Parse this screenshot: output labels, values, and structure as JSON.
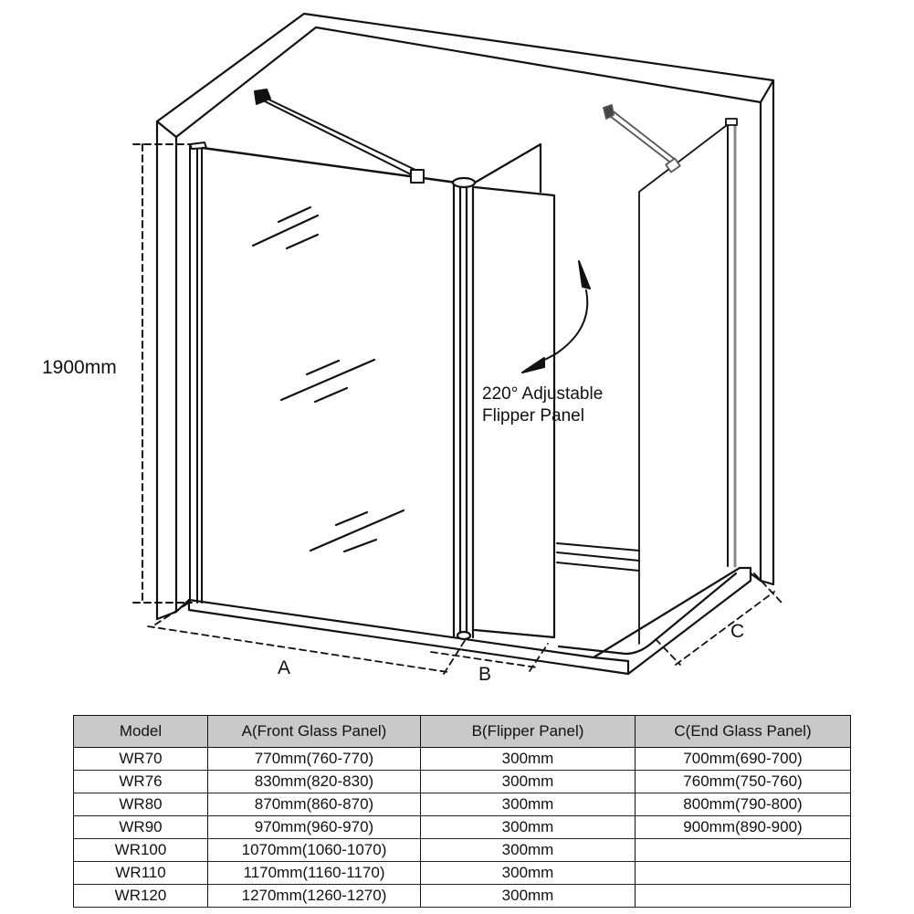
{
  "diagram": {
    "height_label": "1900mm",
    "flipper_label_line1": "220° Adjustable",
    "flipper_label_line2": "Flipper Panel",
    "dimension_a": "A",
    "dimension_b": "B",
    "dimension_c": "C"
  },
  "table": {
    "headers": [
      "Model",
      "A(Front Glass Panel)",
      "B(Flipper Panel)",
      "C(End Glass Panel)"
    ],
    "header_bg": "#c9c9c9",
    "rows": [
      [
        "WR70",
        "770mm(760-770)",
        "300mm",
        "700mm(690-700)"
      ],
      [
        "WR76",
        "830mm(820-830)",
        "300mm",
        "760mm(750-760)"
      ],
      [
        "WR80",
        "870mm(860-870)",
        "300mm",
        "800mm(790-800)"
      ],
      [
        "WR90",
        "970mm(960-970)",
        "300mm",
        "900mm(890-900)"
      ],
      [
        "WR100",
        "1070mm(1060-1070)",
        "300mm",
        ""
      ],
      [
        "WR110",
        "1170mm(1160-1170)",
        "300mm",
        ""
      ],
      [
        "WR120",
        "1270mm(1260-1270)",
        "300mm",
        ""
      ]
    ]
  }
}
